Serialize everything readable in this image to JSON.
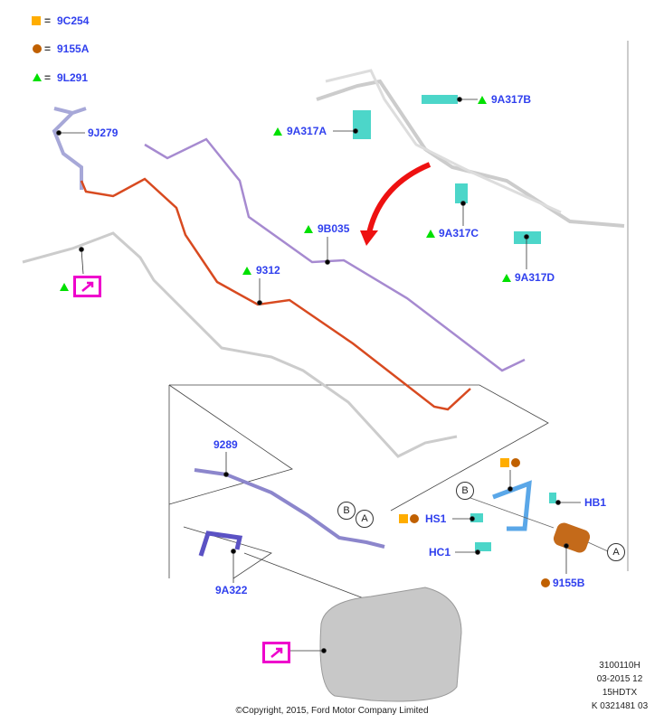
{
  "legend": [
    {
      "symbol": "square",
      "color": "#ffad00",
      "eq": "=",
      "code": "9C254"
    },
    {
      "symbol": "circle",
      "color": "#c06000",
      "eq": "=",
      "code": "9155A"
    },
    {
      "symbol": "triangle",
      "color": "#00e000",
      "eq": "=",
      "code": "9L291"
    }
  ],
  "labels": {
    "p9J279": "9J279",
    "p9A317A": "9A317A",
    "p9A317B": "9A317B",
    "p9B035": "9B035",
    "p9A317C": "9A317C",
    "p9A317D": "9A317D",
    "p9312": "9312",
    "p9289": "9289",
    "p9A322": "9A322",
    "HS1": "HS1",
    "HB1": "HB1",
    "HC1": "HC1",
    "p9155B": "9155B"
  },
  "callouts": {
    "a": "A",
    "b": "B"
  },
  "footer": {
    "code1": "3100110H",
    "code2": "03-2015 12",
    "code3": "15HDTX",
    "code4": "K 0321481 03",
    "copyright": "©Copyright, 2015, Ford Motor Company Limited"
  },
  "colors": {
    "label": "#3040ee",
    "accent_magenta": "#ee00cc",
    "arrow": "#ee1111"
  }
}
